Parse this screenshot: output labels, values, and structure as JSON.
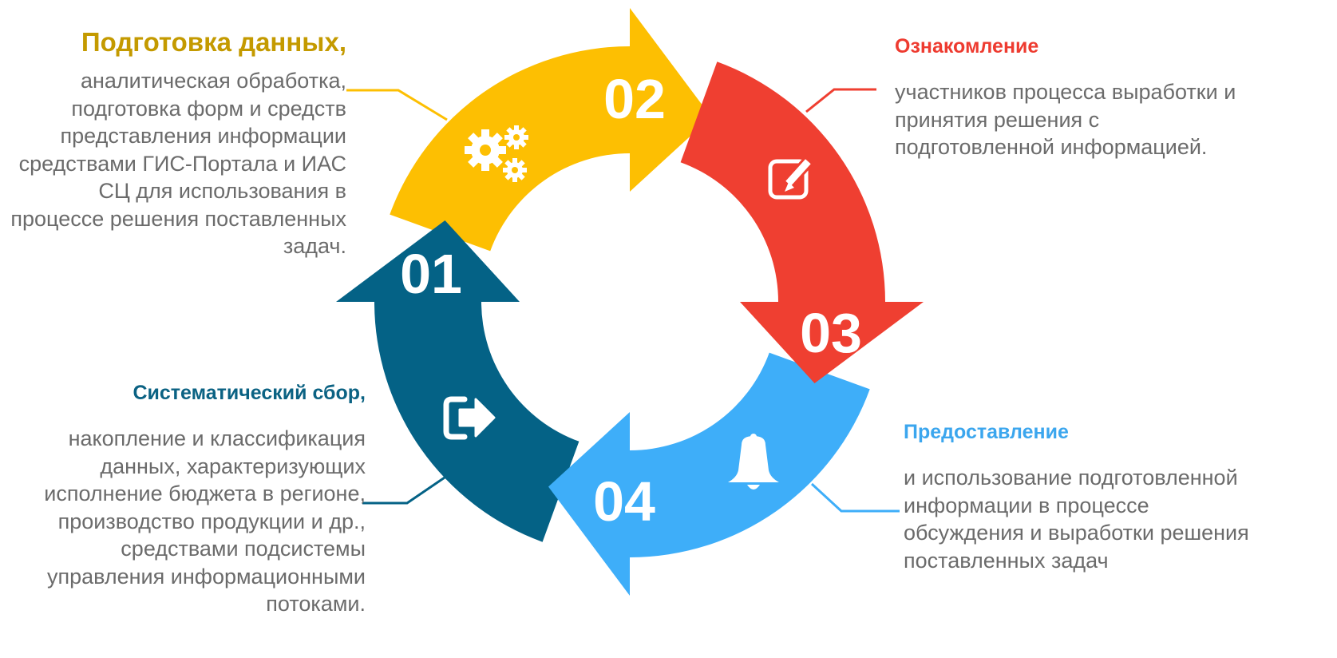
{
  "colors": {
    "stage1": "#046286",
    "stage2": "#fdbf02",
    "stage3": "#ef3f31",
    "stage4": "#3eaef9",
    "text_gray": "#6b6b6b"
  },
  "stages": [
    {
      "number": "01",
      "icon": "sign-in-icon",
      "title": "Систематический сбор,",
      "description": "накопление и классификация данных, характеризующих исполнение бюджета в регионе, производство продукции и др., средствами подсистемы управления информационными потоками."
    },
    {
      "number": "02",
      "icon": "gears-icon",
      "title": "Подготовка данных,",
      "description": "аналитическая обработка, подготовка форм и средств представления информации средствами ГИС-Портала и ИАС СЦ для использования в процессе решения поставленных задач."
    },
    {
      "number": "03",
      "icon": "edit-note-icon",
      "title": "Ознакомление",
      "description": "участников процесса выработки и принятия решения с подготовленной информацией."
    },
    {
      "number": "04",
      "icon": "bell-icon",
      "title": "Предоставление",
      "description": "и использование подготовленной информации в процессе обсуждения и выработки решения поставленных задач"
    }
  ]
}
